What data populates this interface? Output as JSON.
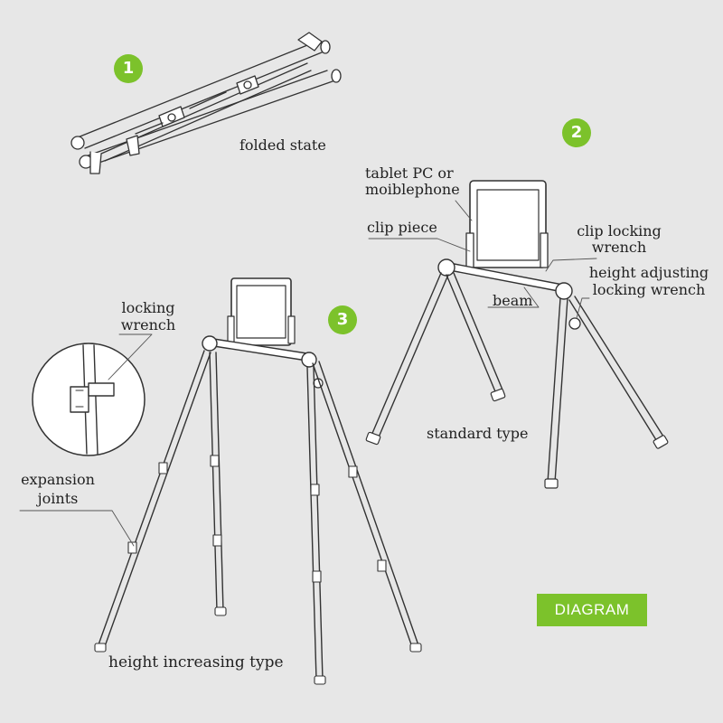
{
  "colors": {
    "accent": "#7cc22b",
    "background": "#e7e7e7",
    "line": "#333333"
  },
  "steps": {
    "one": "1",
    "two": "2",
    "three": "3"
  },
  "labels": {
    "folded_state": "folded state",
    "tablet_line1": "tablet PC or",
    "tablet_line2": "moiblephone",
    "clip_piece": "clip piece",
    "clip_locking_line1": "clip locking",
    "clip_locking_line2": "wrench",
    "height_adjusting_line1": "height adjusting",
    "height_adjusting_line2": "locking wrench",
    "beam": "beam",
    "standard_type": "standard type",
    "locking_line1": "locking",
    "locking_line2": "wrench",
    "expansion_line1": "expansion",
    "expansion_line2": "joints",
    "height_increasing_type": "height increasing type"
  },
  "badge": {
    "label": "DIAGRAM"
  }
}
